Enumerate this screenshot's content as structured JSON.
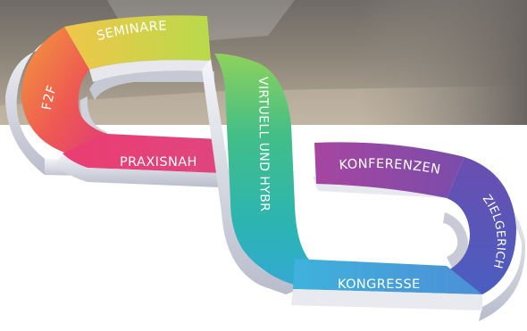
{
  "diagram": {
    "segments": [
      {
        "id": "seminare",
        "label": "SEMINARE",
        "color": "#cde04a"
      },
      {
        "id": "f2f",
        "label": "F2F",
        "color": "#ef7848"
      },
      {
        "id": "praxisnah",
        "label": "PRAXISNAH",
        "color": "#e43c74"
      },
      {
        "id": "virtuell",
        "label": "VIRTUELL UND HYBRID",
        "color": "#3cb8a4"
      },
      {
        "id": "konferenzen",
        "label": "KONFERENZEN",
        "color": "#9a4aa6"
      },
      {
        "id": "zielgerichtet",
        "label": "ZIELGERICHTET",
        "color": "#5a56b4"
      },
      {
        "id": "kongresse",
        "label": "KONGRESSE",
        "color": "#46a6dc"
      }
    ]
  }
}
